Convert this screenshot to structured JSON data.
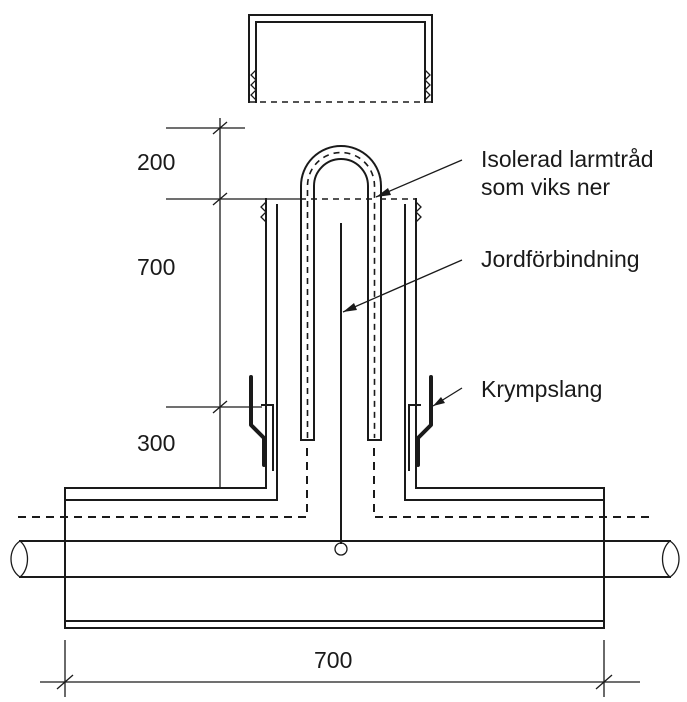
{
  "labels": {
    "isolerad_line1": "Isolerad larmtråd",
    "isolerad_line2": "som viks ner",
    "jordforbindning": "Jordförbindning",
    "krympslang": "Krympslang"
  },
  "dimensions": {
    "top": "200",
    "middle": "700",
    "lower": "300",
    "bottom": "700"
  }
}
